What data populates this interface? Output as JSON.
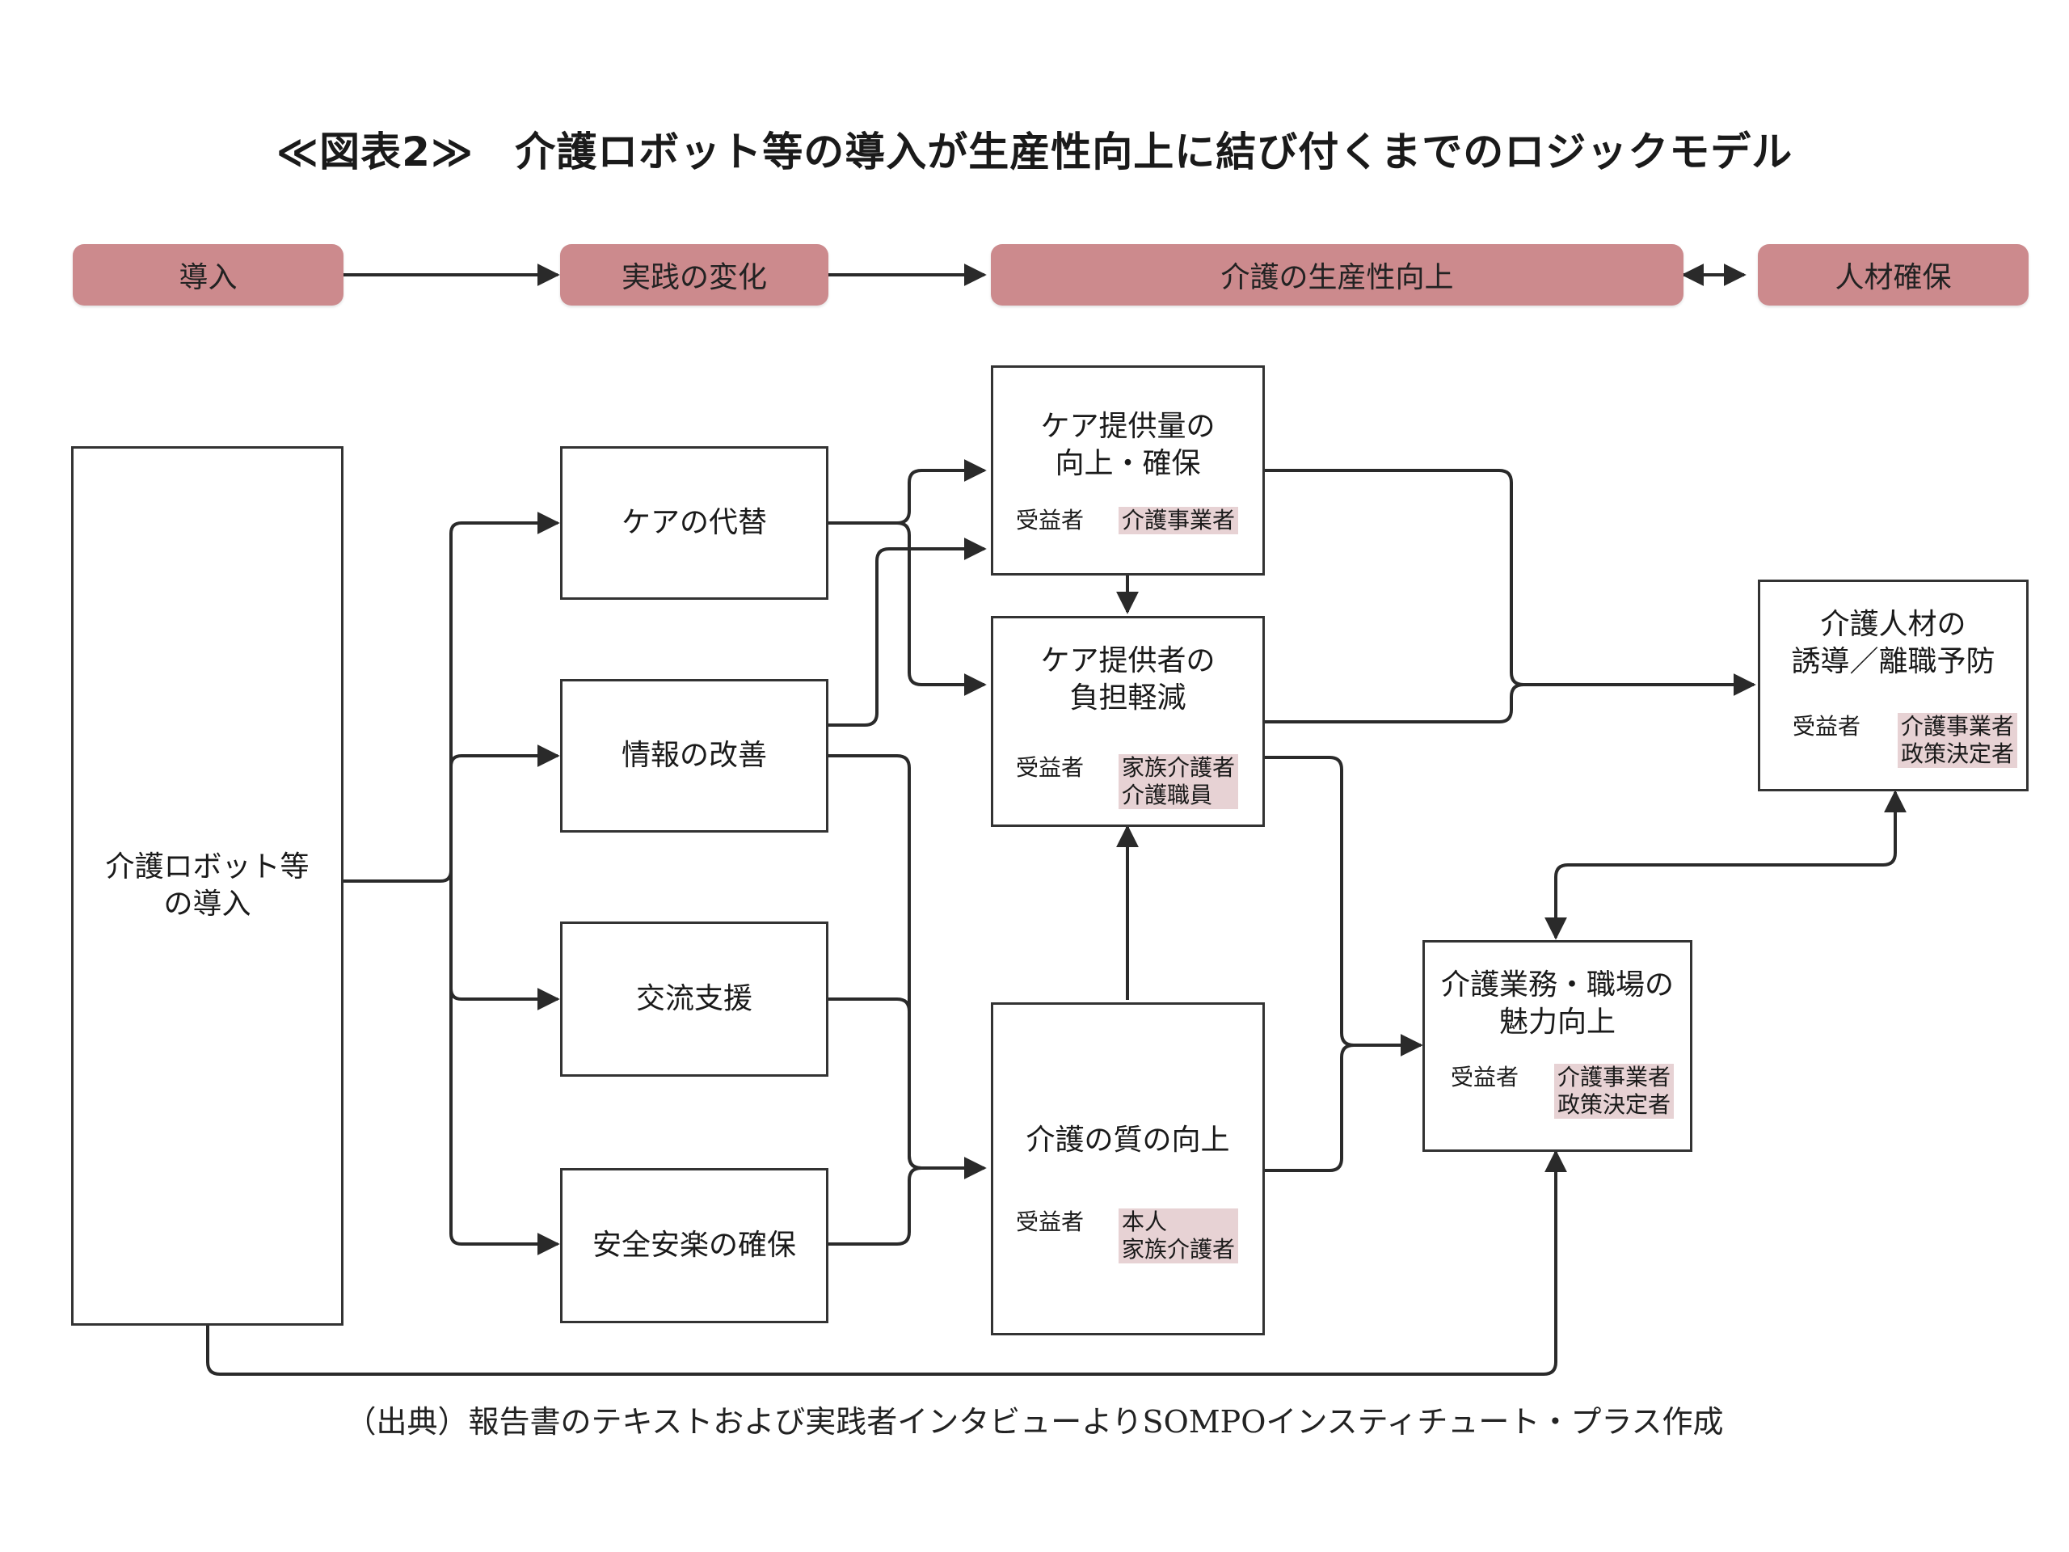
{
  "title": "≪図表2≫　介護ロボット等の導入が生産性向上に結び付くまでのロジックモデル",
  "stages": [
    {
      "id": "intro",
      "label": "導入"
    },
    {
      "id": "practice",
      "label": "実践の変化"
    },
    {
      "id": "productivity",
      "label": "介護の生産性向上"
    },
    {
      "id": "hr",
      "label": "人材確保"
    }
  ],
  "beneficiary_label": "受益者",
  "nodes": {
    "robot": {
      "lines": [
        "介護ロボット等",
        "の導入"
      ]
    },
    "care_substitute": {
      "lines": [
        "ケアの代替"
      ]
    },
    "info_improve": {
      "lines": [
        "情報の改善"
      ]
    },
    "exchange_support": {
      "lines": [
        "交流支援"
      ]
    },
    "safety": {
      "lines": [
        "安全安楽の確保"
      ]
    },
    "care_supply": {
      "lines": [
        "ケア提供量の",
        "向上・確保"
      ],
      "beneficiaries": [
        "介護事業者"
      ]
    },
    "burden": {
      "lines": [
        "ケア提供者の",
        "負担軽減"
      ],
      "beneficiaries": [
        "家族介護者",
        "介護職員"
      ]
    },
    "quality": {
      "lines": [
        "介護の質の向上"
      ],
      "beneficiaries": [
        "本人",
        "家族介護者"
      ]
    },
    "attractive": {
      "lines": [
        "介護業務・職場の",
        "魅力向上"
      ],
      "beneficiaries": [
        "介護事業者",
        "政策決定者"
      ]
    },
    "talent": {
      "lines": [
        "介護人材の",
        "誘導／離職予防"
      ],
      "beneficiaries": [
        "介護事業者",
        "政策決定者"
      ]
    }
  },
  "source": "（出典）報告書のテキストおよび実践者インタビューよりSOMPOインスティチュート・プラス作成",
  "colors": {
    "stage_fill": "#cc8a8d",
    "beneficiary_fill": "#e7d2d4",
    "line": "#2a2a2a"
  }
}
